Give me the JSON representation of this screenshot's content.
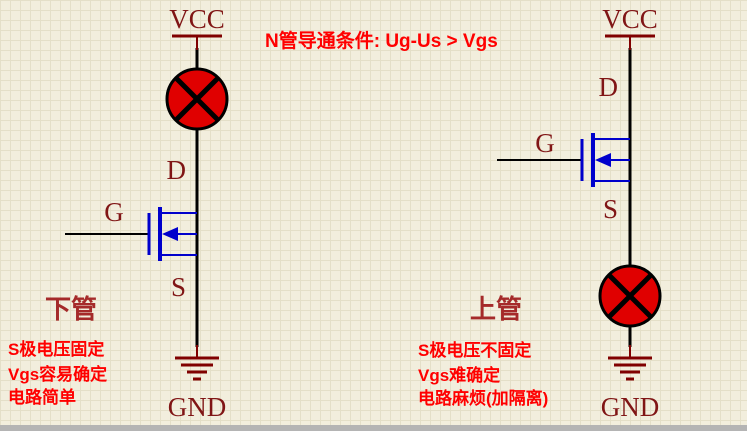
{
  "colors": {
    "background": "#F2EEDD",
    "grid": "#E4DFC8",
    "wire": "#000000",
    "power": "#800000",
    "label": "#801515",
    "mosfet": "#0000CC",
    "lamp_fill": "#E00000",
    "lamp_stroke": "#000000",
    "note": "#FF0000",
    "heading": "#A52A2A",
    "edge": "#B4B4B4"
  },
  "top_note": "N管导通条件: Ug-Us > Vgs",
  "left": {
    "vcc": "VCC",
    "drain": "D",
    "gate": "G",
    "source": "S",
    "gnd": "GND",
    "heading": "下管",
    "notes": [
      "S极电压固定",
      "Vgs容易确定",
      "电路简单"
    ]
  },
  "right": {
    "vcc": "VCC",
    "drain": "D",
    "gate": "G",
    "source": "S",
    "gnd": "GND",
    "heading": "上管",
    "notes": [
      "S极电压不固定",
      "Vgs难确定",
      "电路麻烦(加隔离)"
    ]
  }
}
